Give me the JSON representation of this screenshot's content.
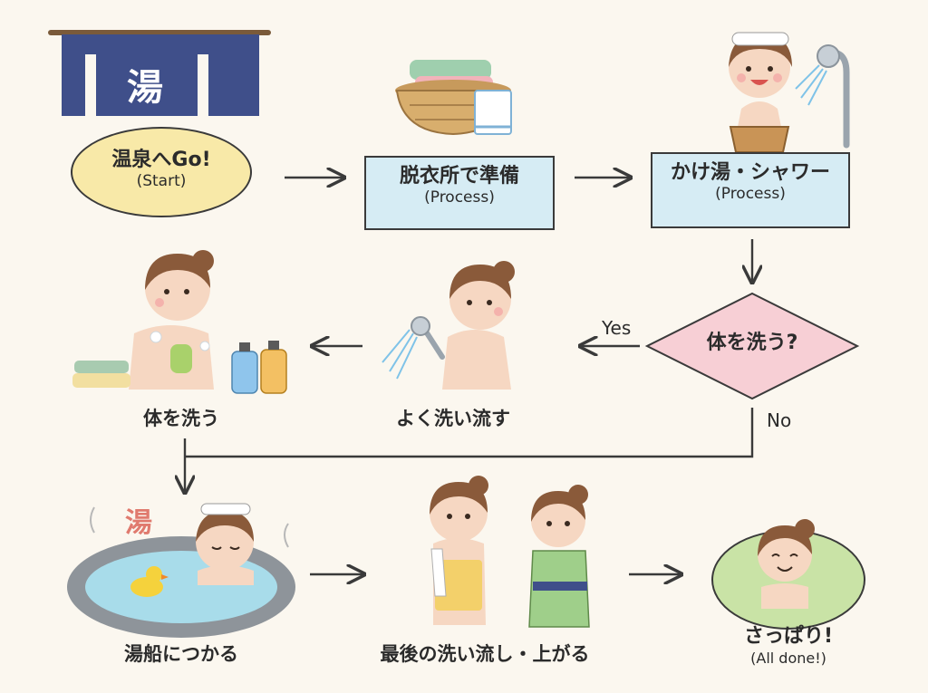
{
  "colors": {
    "start_fill": "#f8e9a8",
    "process_fill": "#d6ecf4",
    "decision_fill": "#f7cfd5",
    "end_fill": "#c9e3a6",
    "noren": "#3f4f8a",
    "line": "#3a3a3a"
  },
  "icons": [
    "noren-curtain-icon",
    "towel-basket-icon",
    "shower-icon",
    "soap-bottles-icon",
    "bath-stool-icon",
    "rubber-duck-icon",
    "hot-spring-pool-icon"
  ],
  "noren": {
    "char": "湯"
  },
  "steam": {
    "char": "湯"
  },
  "nodes": {
    "start": {
      "label": "温泉へGo!",
      "sub": "(Start)"
    },
    "changing_room": {
      "label": "脱衣所で準備",
      "sub": "(Process)"
    },
    "kakeyu": {
      "label": "かけ湯・シャワー",
      "sub": "(Process)"
    },
    "decision": {
      "label": "体を洗う?"
    },
    "rinse": {
      "label": "よく洗い流す"
    },
    "wash": {
      "label": "体を洗う"
    },
    "soak": {
      "label": "湯船につかる"
    },
    "final_rinse": {
      "label": "最後の洗い流し・上がる"
    },
    "end": {
      "label": "さっぱり!",
      "sub": "(All done!)"
    }
  },
  "edges": {
    "yes": "Yes",
    "no": "No"
  }
}
